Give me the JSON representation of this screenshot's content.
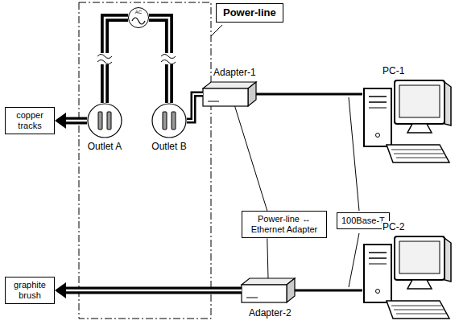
{
  "diagram": {
    "nodes": [
      {
        "text": [
          "Power-line"
        ]
      },
      {
        "text": [
          "AC"
        ]
      },
      {
        "text": [
          "Outlet A"
        ]
      },
      {
        "text": [
          "Outlet B"
        ]
      },
      {
        "text": [
          "copper tracks"
        ]
      },
      {
        "text": [
          "Adapter-1"
        ]
      },
      {
        "text": [
          "PC-1"
        ]
      },
      {
        "text": [
          "Power-line ↔ Ethernet Adapter"
        ]
      },
      {
        "text": [
          "100Base-T"
        ]
      },
      {
        "text": [
          "graphite brush"
        ]
      },
      {
        "text": [
          "PC-2"
        ]
      },
      {
        "text": [
          "Adapter-2"
        ]
      }
    ],
    "edges": [
      {
        "from": 1,
        "to": 2,
        "arrow": "none"
      },
      {
        "from": 1,
        "to": 3,
        "arrow": "none"
      },
      {
        "from": 2,
        "to": 4,
        "arrow": "to"
      },
      {
        "from": 3,
        "to": 5,
        "arrow": "none"
      },
      {
        "from": 5,
        "to": 6,
        "arrow": "none"
      },
      {
        "from": 7,
        "to": 5,
        "arrow": "none"
      },
      {
        "from": 7,
        "to": 11,
        "arrow": "none"
      },
      {
        "from": 11,
        "to": 10,
        "arrow": "none"
      },
      {
        "from": 11,
        "to": 9,
        "arrow": "to"
      }
    ]
  }
}
